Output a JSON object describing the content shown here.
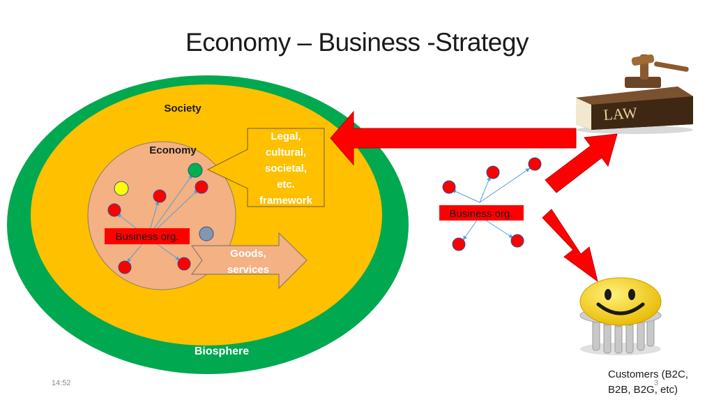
{
  "slide": {
    "title": "Economy – Business -Strategy",
    "time": "14:52",
    "page_number": "3"
  },
  "diagram": {
    "biosphere_label": "Biosphere",
    "society_label": "Society",
    "economy_label": "Economy",
    "framework_lines": [
      "Legal,",
      "cultural,",
      "societal,",
      "etc.",
      "framework"
    ],
    "business_org_inner": "Business org.",
    "business_org_outer": "Business org.",
    "goods_lines": [
      "Goods,",
      "services"
    ],
    "customers_line1": "Customers (B2C,",
    "customers_line2": "B2B, B2G, etc)",
    "law_book_text": "LAW"
  },
  "colors": {
    "biosphere": "#00A850",
    "society": "#FFC000",
    "economy": "#F4B183",
    "arrow_red": "#FF0000",
    "label_red": "#FF0000",
    "yellow_dot": "#FFFF00",
    "green_dot": "#00B050",
    "grey_dot": "#8497B0"
  },
  "icons": {
    "law": "gavel-and-law-book-icon",
    "customers": "smiley-face-on-crowd-icon"
  }
}
